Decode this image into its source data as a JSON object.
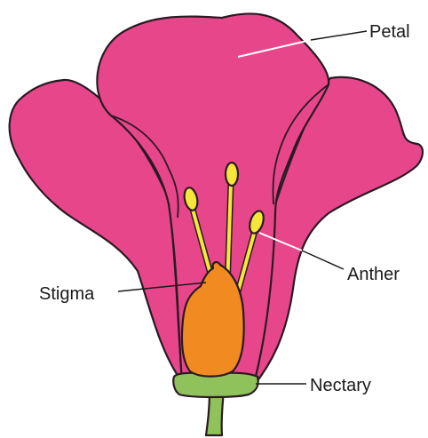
{
  "labels": {
    "petal": "Petal",
    "anther": "Anther",
    "stigma": "Stigma",
    "nectary": "Nectary"
  },
  "colors": {
    "petal": "#e8468b",
    "anther": "#f5e63a",
    "stigma": "#f28a22",
    "nectary": "#8fc25a",
    "outline": "#2a1a22"
  }
}
